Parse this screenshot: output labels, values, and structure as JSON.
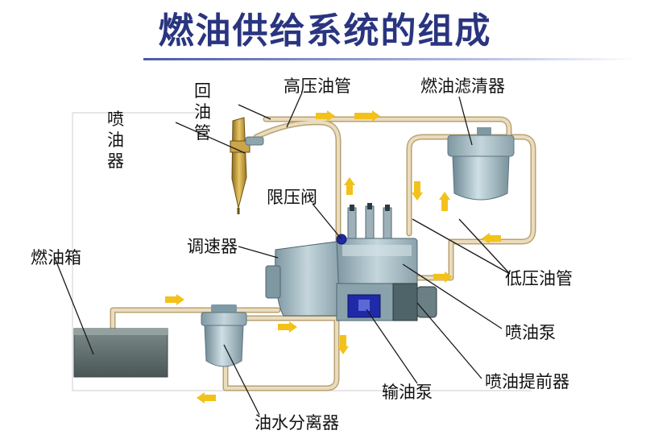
{
  "title": "燃油供给系统的组成",
  "labels": {
    "return_pipe": "回油管",
    "high_pressure_pipe": "高压油管",
    "fuel_filter": "燃油滤清器",
    "injector": "喷油器",
    "pressure_limit_valve": "限压阀",
    "governor": "调速器",
    "fuel_tank": "燃油箱",
    "low_pressure_pipe": "低压油管",
    "injection_pump": "喷油泵",
    "timing_device": "喷油提前器",
    "transfer_pump": "输油泵",
    "water_separator": "油水分离器"
  },
  "colors": {
    "title": "#2a3580",
    "pipe": "#d9c49a",
    "flow_arrow": "#f2c21a",
    "component_body": "#9fb6bf",
    "tank": "#5f6e6e",
    "pump_blue": "#1f2aa8",
    "injector_gold": "#c9a03c"
  }
}
